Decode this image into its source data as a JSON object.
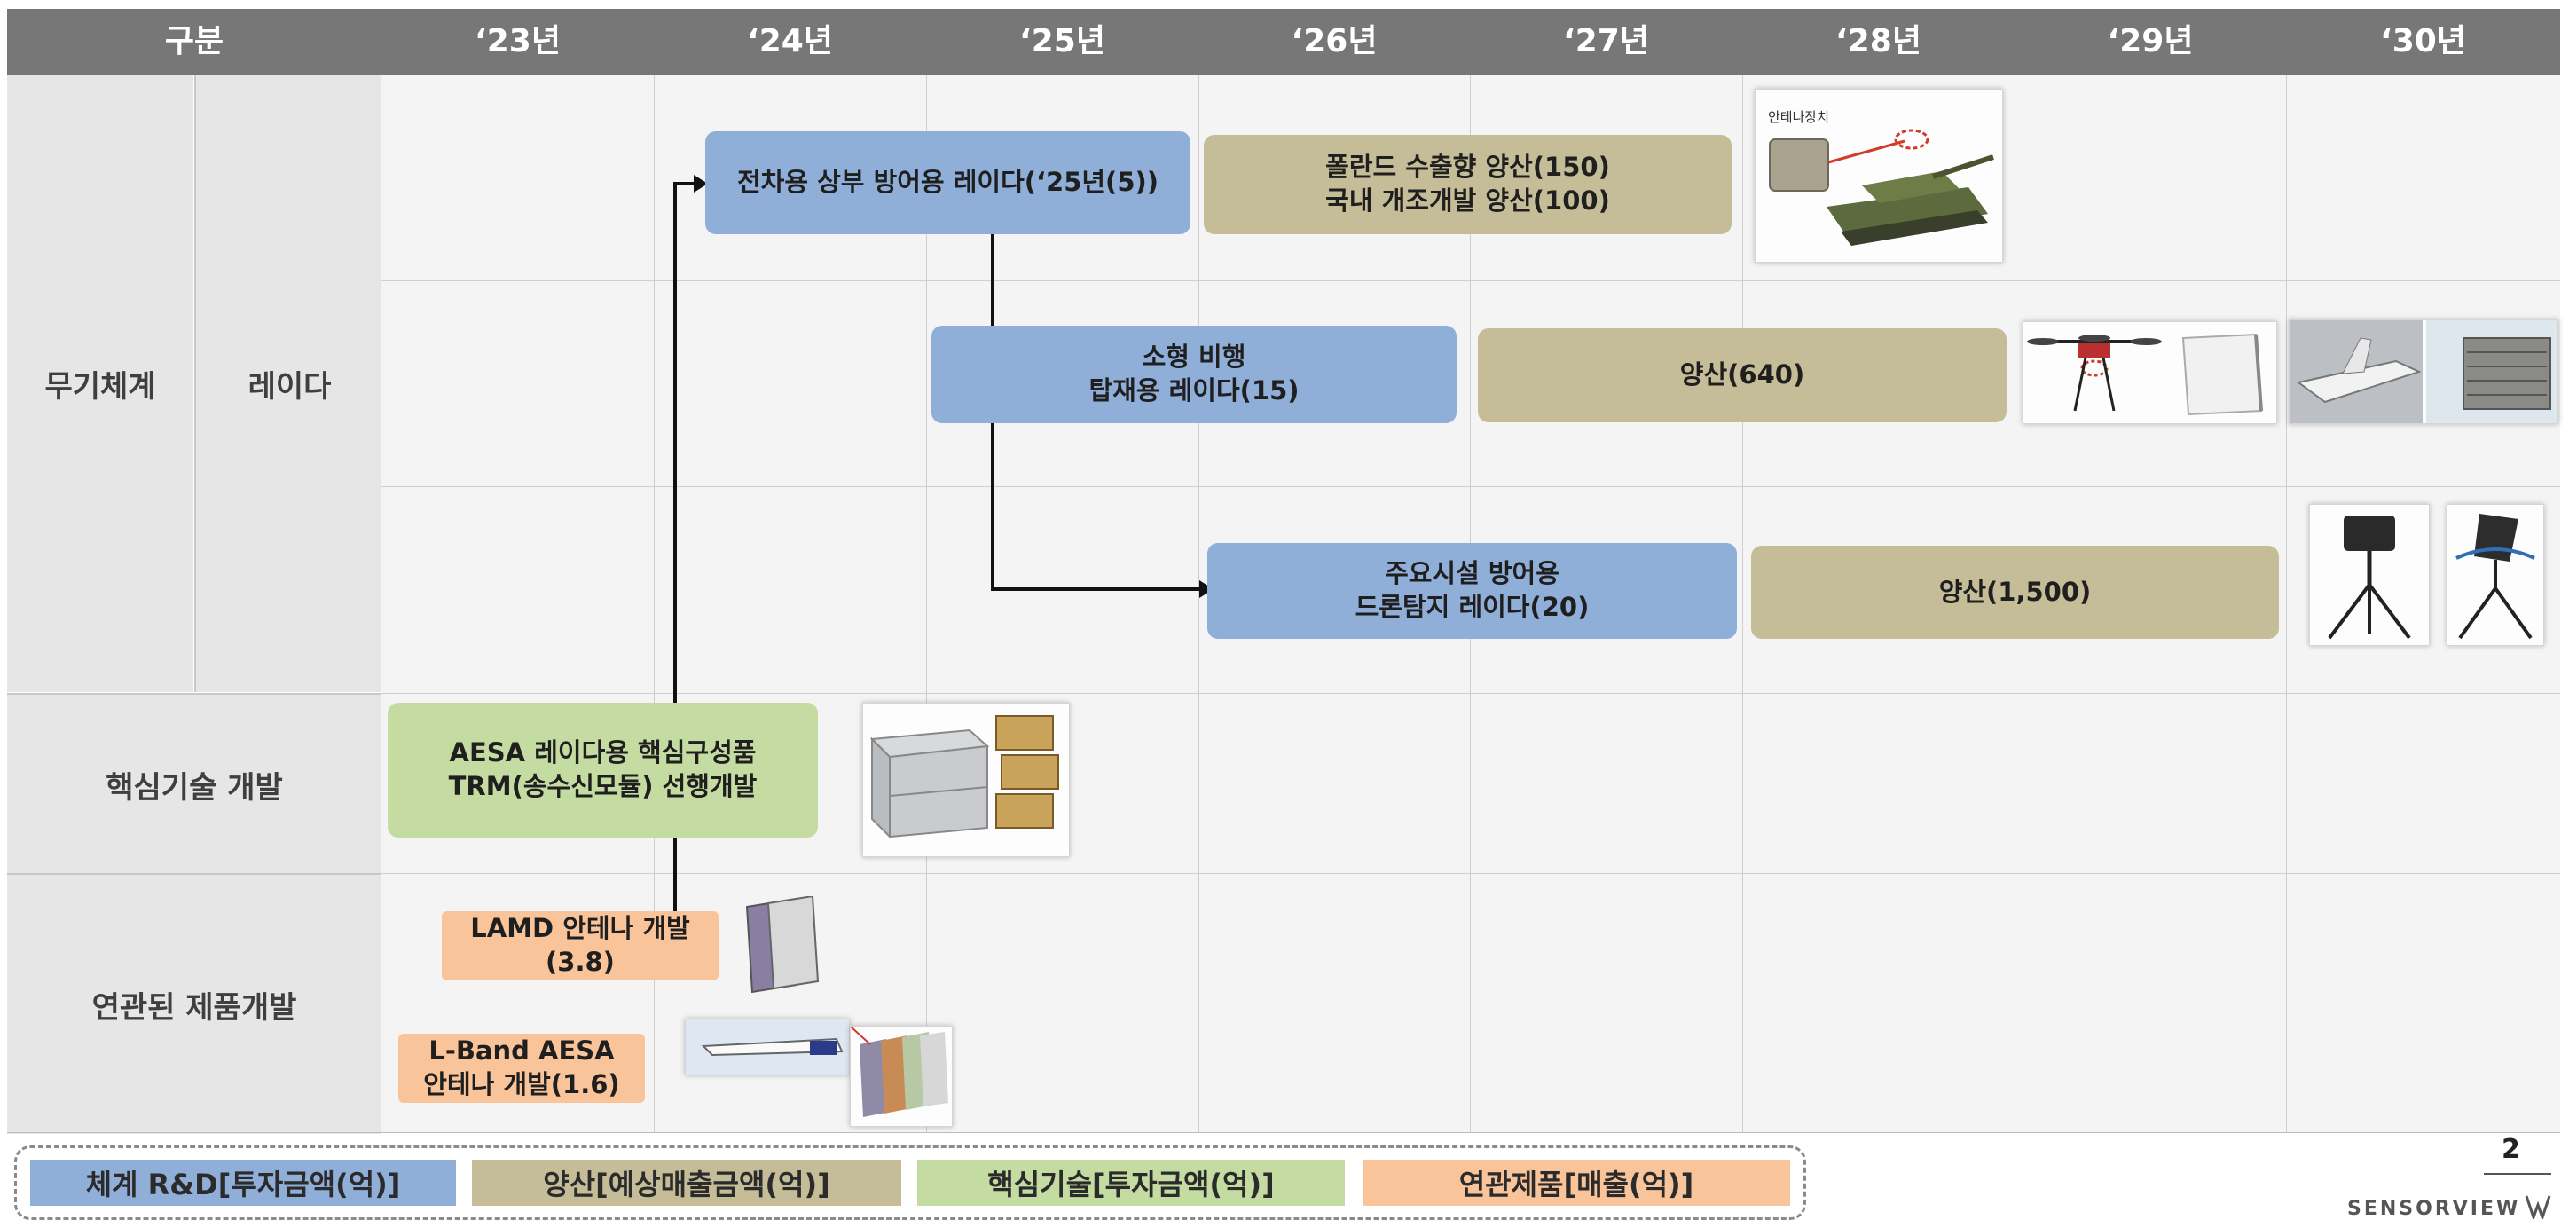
{
  "header": {
    "category": "구분",
    "years": [
      "‘23년",
      "‘24년",
      "‘25년",
      "‘26년",
      "‘27년",
      "‘28년",
      "‘29년",
      "‘30년"
    ]
  },
  "rows": {
    "weapon_system": "무기체계",
    "radar": "레이다",
    "core_tech": "핵심기술 개발",
    "related_products": "연관된 제품개발"
  },
  "bars": {
    "tank_radar": "전차용 상부 방어용 레이다(‘25년(5))",
    "poland_production": "폴란드 수출향 양산(150)\n국내 개조개발 양산(100)",
    "small_flight_radar": "소형 비행\n탑재용 레이다(15)",
    "production_640": "양산(640)",
    "facility_radar": "주요시설 방어용\n드론탐지 레이다(20)",
    "production_1500": "양산(1,500)",
    "aesa_trm": "AESA 레이다용 핵심구성품\nTRM(송수신모듈) 선행개발",
    "lamd_antenna": "LAMD 안테나 개발\n(3.8)",
    "lband_antenna": "L-Band AESA\n안테나 개발(1.6)"
  },
  "images": {
    "tank_caption": "안테나장치"
  },
  "legend": {
    "rnd": "체계 R&D[투자금액(억)]",
    "production": "양산[예상매출금액(억)]",
    "core": "핵심기술[투자금액(억)]",
    "related": "연관제품[매출(억)]"
  },
  "colors": {
    "header": "#777777",
    "blue": "#8faed8",
    "olive": "#c4bd97",
    "green": "#c4dca1",
    "orange": "#f9c49a"
  },
  "page_number": "2",
  "brand": "SENSORVIEW"
}
